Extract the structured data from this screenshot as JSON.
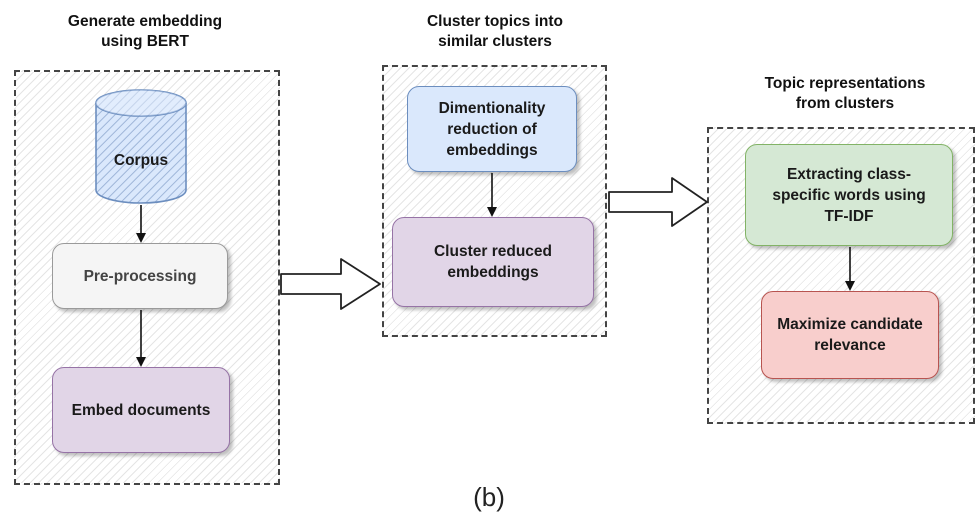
{
  "stages": [
    {
      "heading": [
        "Generate embedding",
        "using BERT"
      ],
      "nodes": [
        "Corpus",
        "Pre-processing",
        "Embed documents"
      ]
    },
    {
      "heading": [
        "Cluster topics into",
        "similar clusters"
      ],
      "nodes": [
        [
          "Dimentionality",
          "reduction of",
          "embeddings"
        ],
        [
          "Cluster reduced",
          "embeddings"
        ]
      ]
    },
    {
      "heading": [
        "Topic representations",
        "from clusters"
      ],
      "nodes": [
        [
          "Extracting class-",
          "specific words using",
          "TF-IDF"
        ],
        [
          "Maximize candidate",
          "relevance"
        ]
      ]
    }
  ],
  "caption": "(b)",
  "colors": {
    "blue_fill": "#dae8fc",
    "grey_fill": "#f5f5f5",
    "purple_fill": "#e1d5e7",
    "green_fill": "#d5e8d4",
    "red_fill": "#f8cecc"
  }
}
